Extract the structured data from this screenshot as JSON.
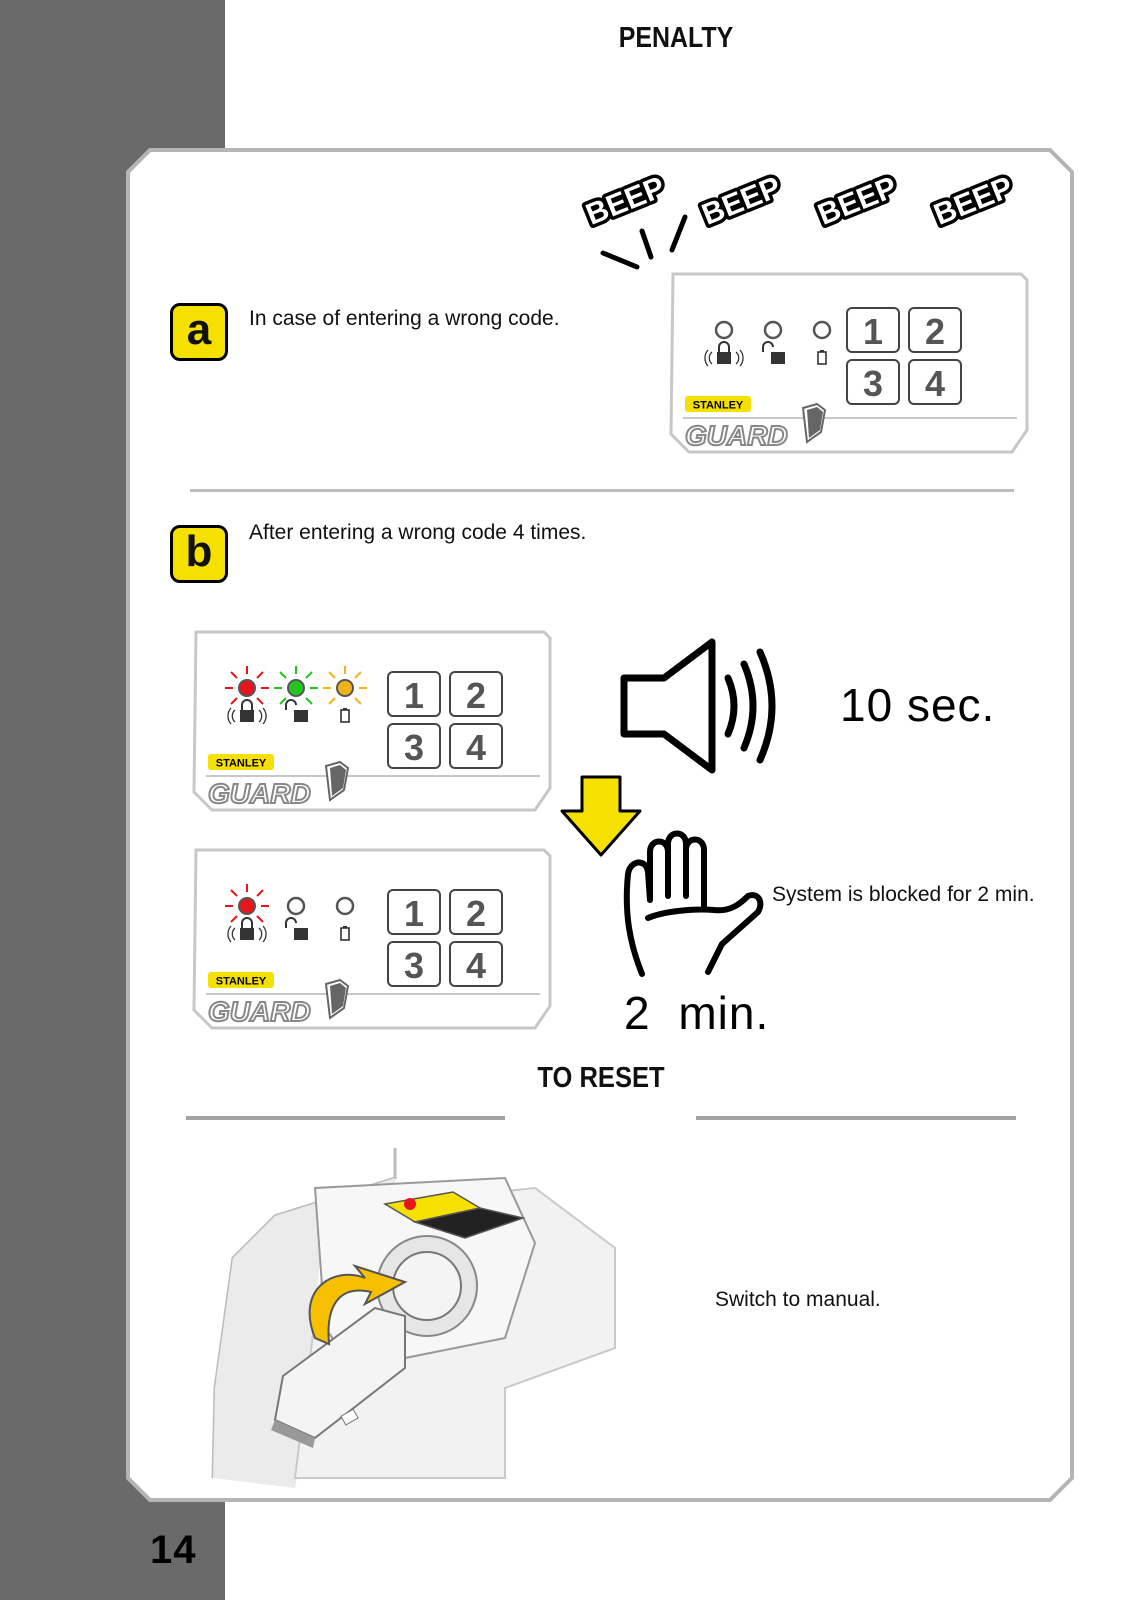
{
  "page": {
    "title": "PENALTY",
    "page_number": "14"
  },
  "colors": {
    "sidebar": "#6a6a6a",
    "badge_yellow": "#f6e000",
    "led_red": "#e8141b",
    "led_green": "#22c51e",
    "led_amber": "#f0b21a",
    "arrow_yellow": "#f6e000"
  },
  "step_a": {
    "badge": "a",
    "text": "In case of entering a wrong code.",
    "beeps": [
      "BEEP",
      "BEEP",
      "BEEP",
      "BEEP"
    ]
  },
  "step_b": {
    "badge": "b",
    "text": "After entering a wrong code 4 times.",
    "alarm_duration": "10 sec.",
    "blocked_text": "System is blocked for 2 min.",
    "block_duration": "2 min."
  },
  "keypad": {
    "brand": "STANLEY",
    "product": "GUARD",
    "keys": [
      "1",
      "2",
      "3",
      "4"
    ],
    "indicator_icons": [
      "alarm-lock-icon",
      "unlock-icon",
      "battery-icon"
    ]
  },
  "reset": {
    "title": "TO RESET",
    "instruction": "Switch to manual."
  }
}
